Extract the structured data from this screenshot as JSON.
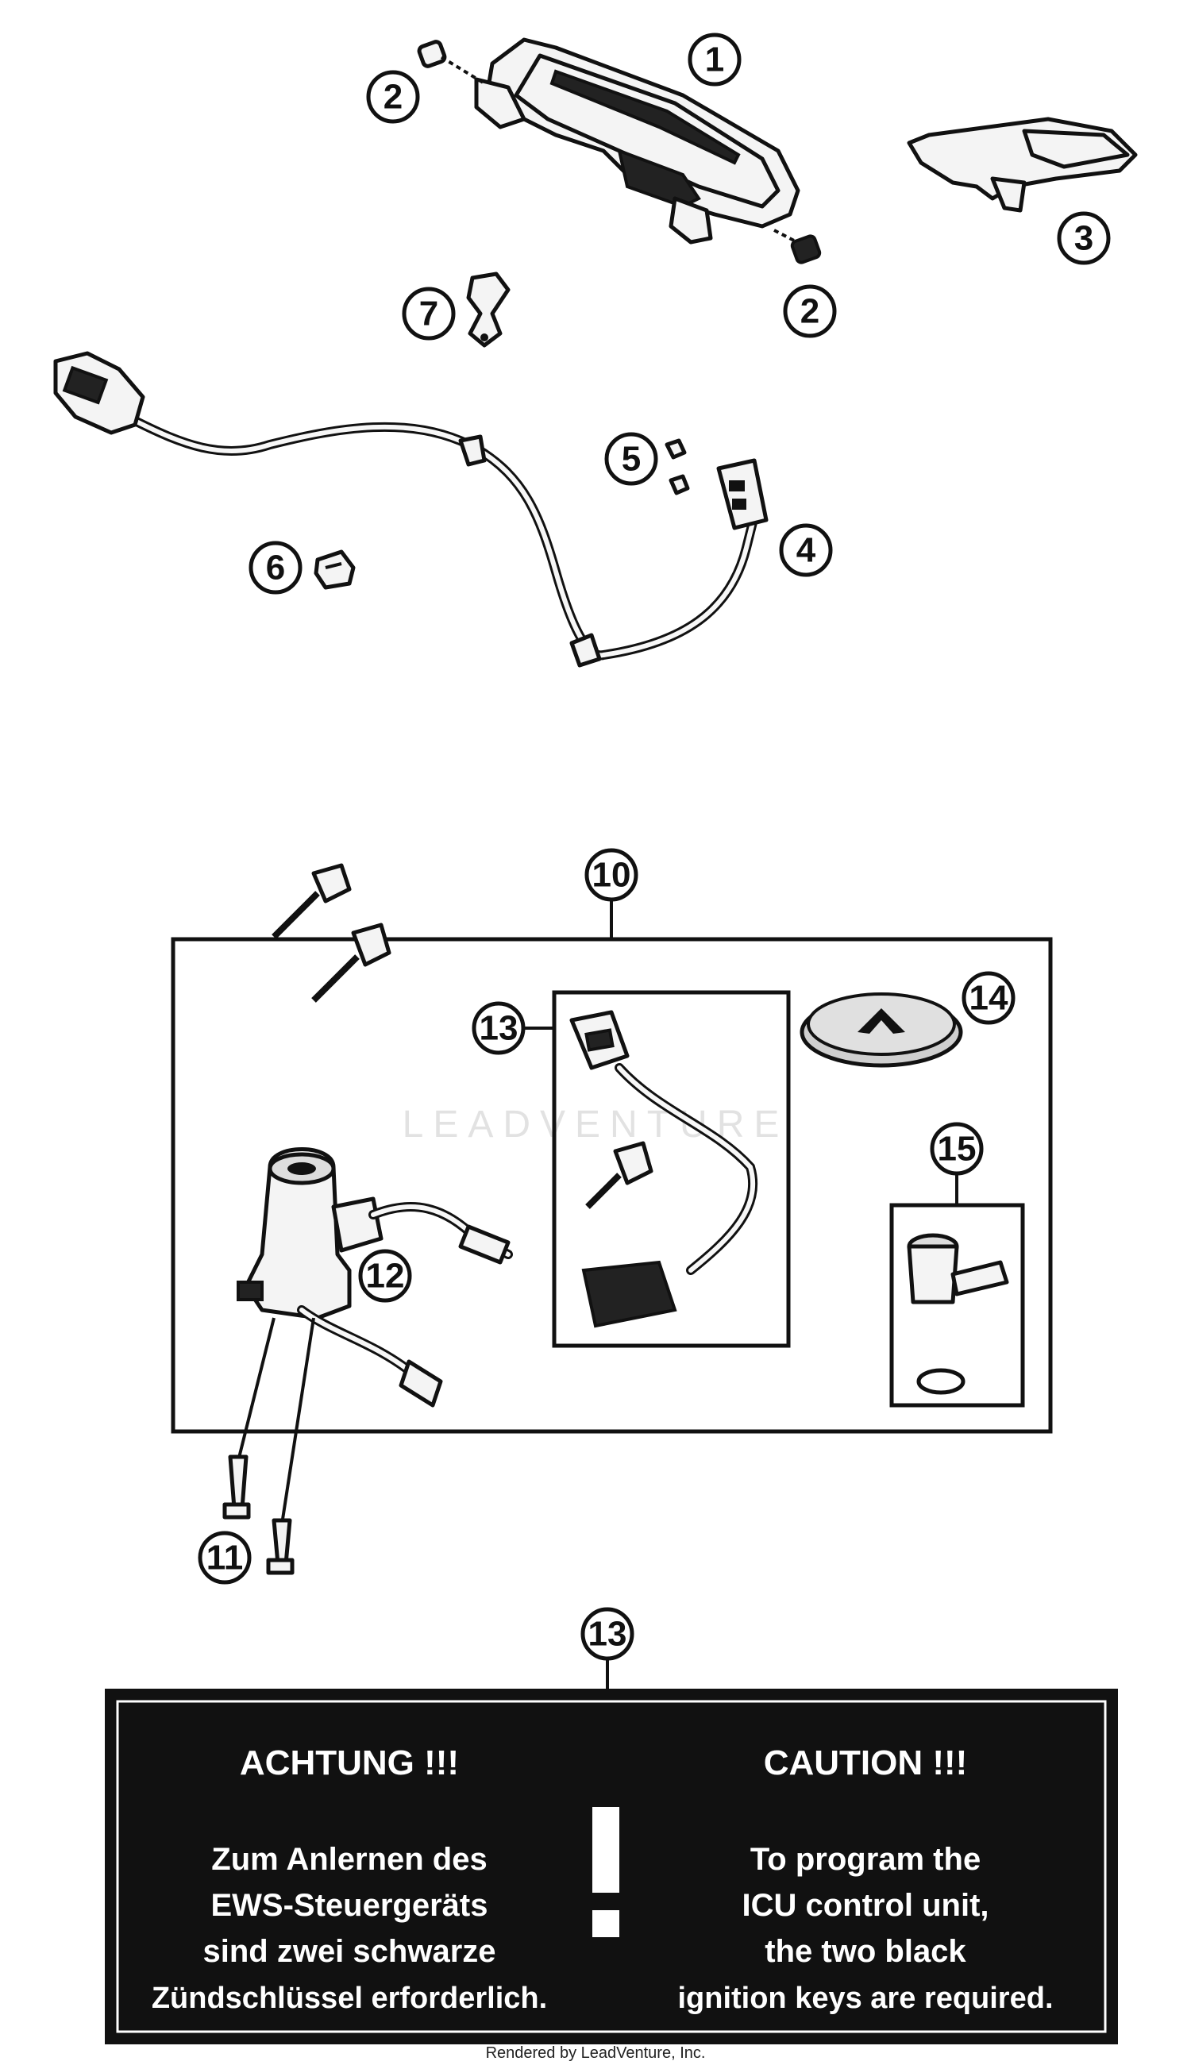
{
  "callouts": {
    "c1": "1",
    "c2a": "2",
    "c2b": "2",
    "c3": "3",
    "c4": "4",
    "c5": "5",
    "c6": "6",
    "c7": "7",
    "c10": "10",
    "c11": "11",
    "c12": "12",
    "c13a": "13",
    "c13b": "13",
    "c14": "14",
    "c15": "15"
  },
  "label": {
    "heading_de": "ACHTUNG !!!",
    "heading_en": "CAUTION !!!",
    "de_lines": [
      "Zum Anlernen des",
      "EWS-Steuergeräts",
      "sind zwei schwarze",
      "Zündschlüssel erforderlich."
    ],
    "en_lines": [
      "To program the",
      "ICU control unit,",
      "the two black",
      "ignition keys are required."
    ]
  },
  "watermark": "LEADVENTURE",
  "footer": "Rendered by LeadVenture, Inc."
}
